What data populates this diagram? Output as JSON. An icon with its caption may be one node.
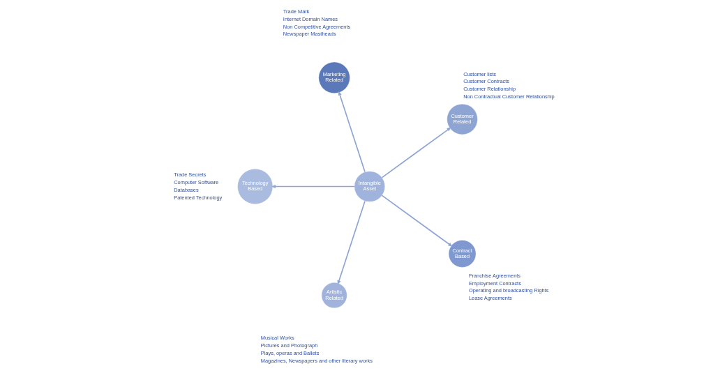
{
  "diagram": {
    "nodes": [
      {
        "text": [
          "Customer Related"
        ],
        "beside": [
          "Customer lists",
          "Customer Contracts",
          "Customer Relationship",
          "Non Contractual Customer Relationship"
        ]
      },
      {
        "text": [
          "Marketing Related"
        ],
        "beside": [
          "Trade Mark",
          "Internet Domain Names",
          "Non Competitive Agreements",
          "Newspaper Mastheads"
        ]
      },
      {
        "text": [
          "Technology Based"
        ],
        "beside": [
          "Trade Secrets",
          "Computer Software",
          "Databases",
          "Patented Technology"
        ]
      },
      {
        "text": [
          "Intangible Asset"
        ]
      },
      {
        "text": [
          "Artistic Related"
        ],
        "beside": [
          "Musical Works",
          "Pictures and Photograph",
          "Plays, operas and Ballets",
          "Magazines, Newspapers and other literary works"
        ]
      },
      {
        "text": [
          "Contract Based"
        ],
        "beside": [
          "Franchise Agreements",
          "Employment Contracts",
          "Operating and broadcasting Rights",
          "Lease Agreements"
        ]
      }
    ],
    "edges": [
      {
        "from": 3,
        "to": 0,
        "arrow": "to"
      },
      {
        "from": 3,
        "to": 1,
        "arrow": "to"
      },
      {
        "from": 3,
        "to": 2,
        "arrow": "to"
      },
      {
        "from": 3,
        "to": 5,
        "arrow": "to"
      },
      {
        "from": 3,
        "to": 4,
        "arrow": "to"
      }
    ]
  }
}
